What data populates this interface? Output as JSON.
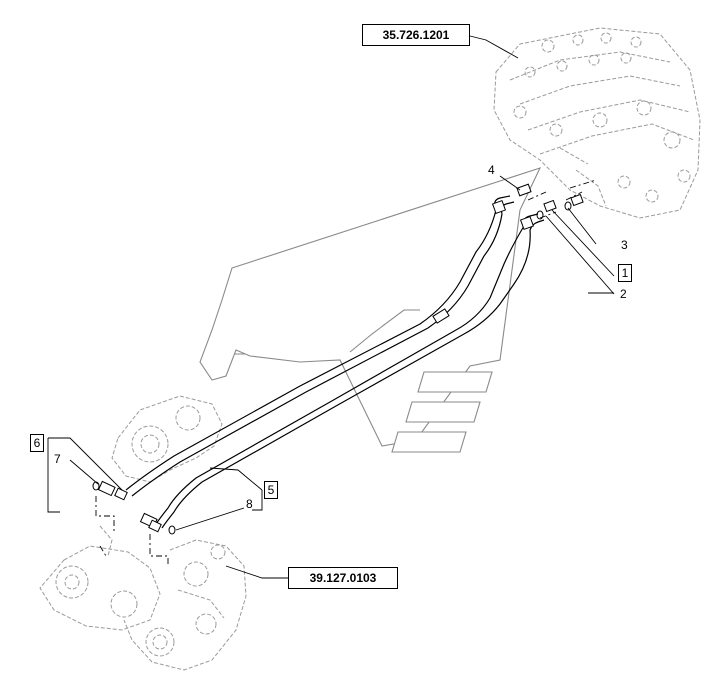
{
  "refs": {
    "valve_ref": "35.726.1201",
    "cylinder_ref": "39.127.0103"
  },
  "labels": {
    "item_1": "1",
    "item_2": "2",
    "item_3": "3",
    "item_4": "4",
    "item_5": "5",
    "item_6": "6",
    "item_7": "7",
    "item_8": "8"
  },
  "icons": [
    "control-valve-icon",
    "brand-watermark-icon",
    "cylinder-bracket-icon"
  ],
  "colors": {
    "line": "#000000",
    "ghost": "#9a9a9a"
  }
}
